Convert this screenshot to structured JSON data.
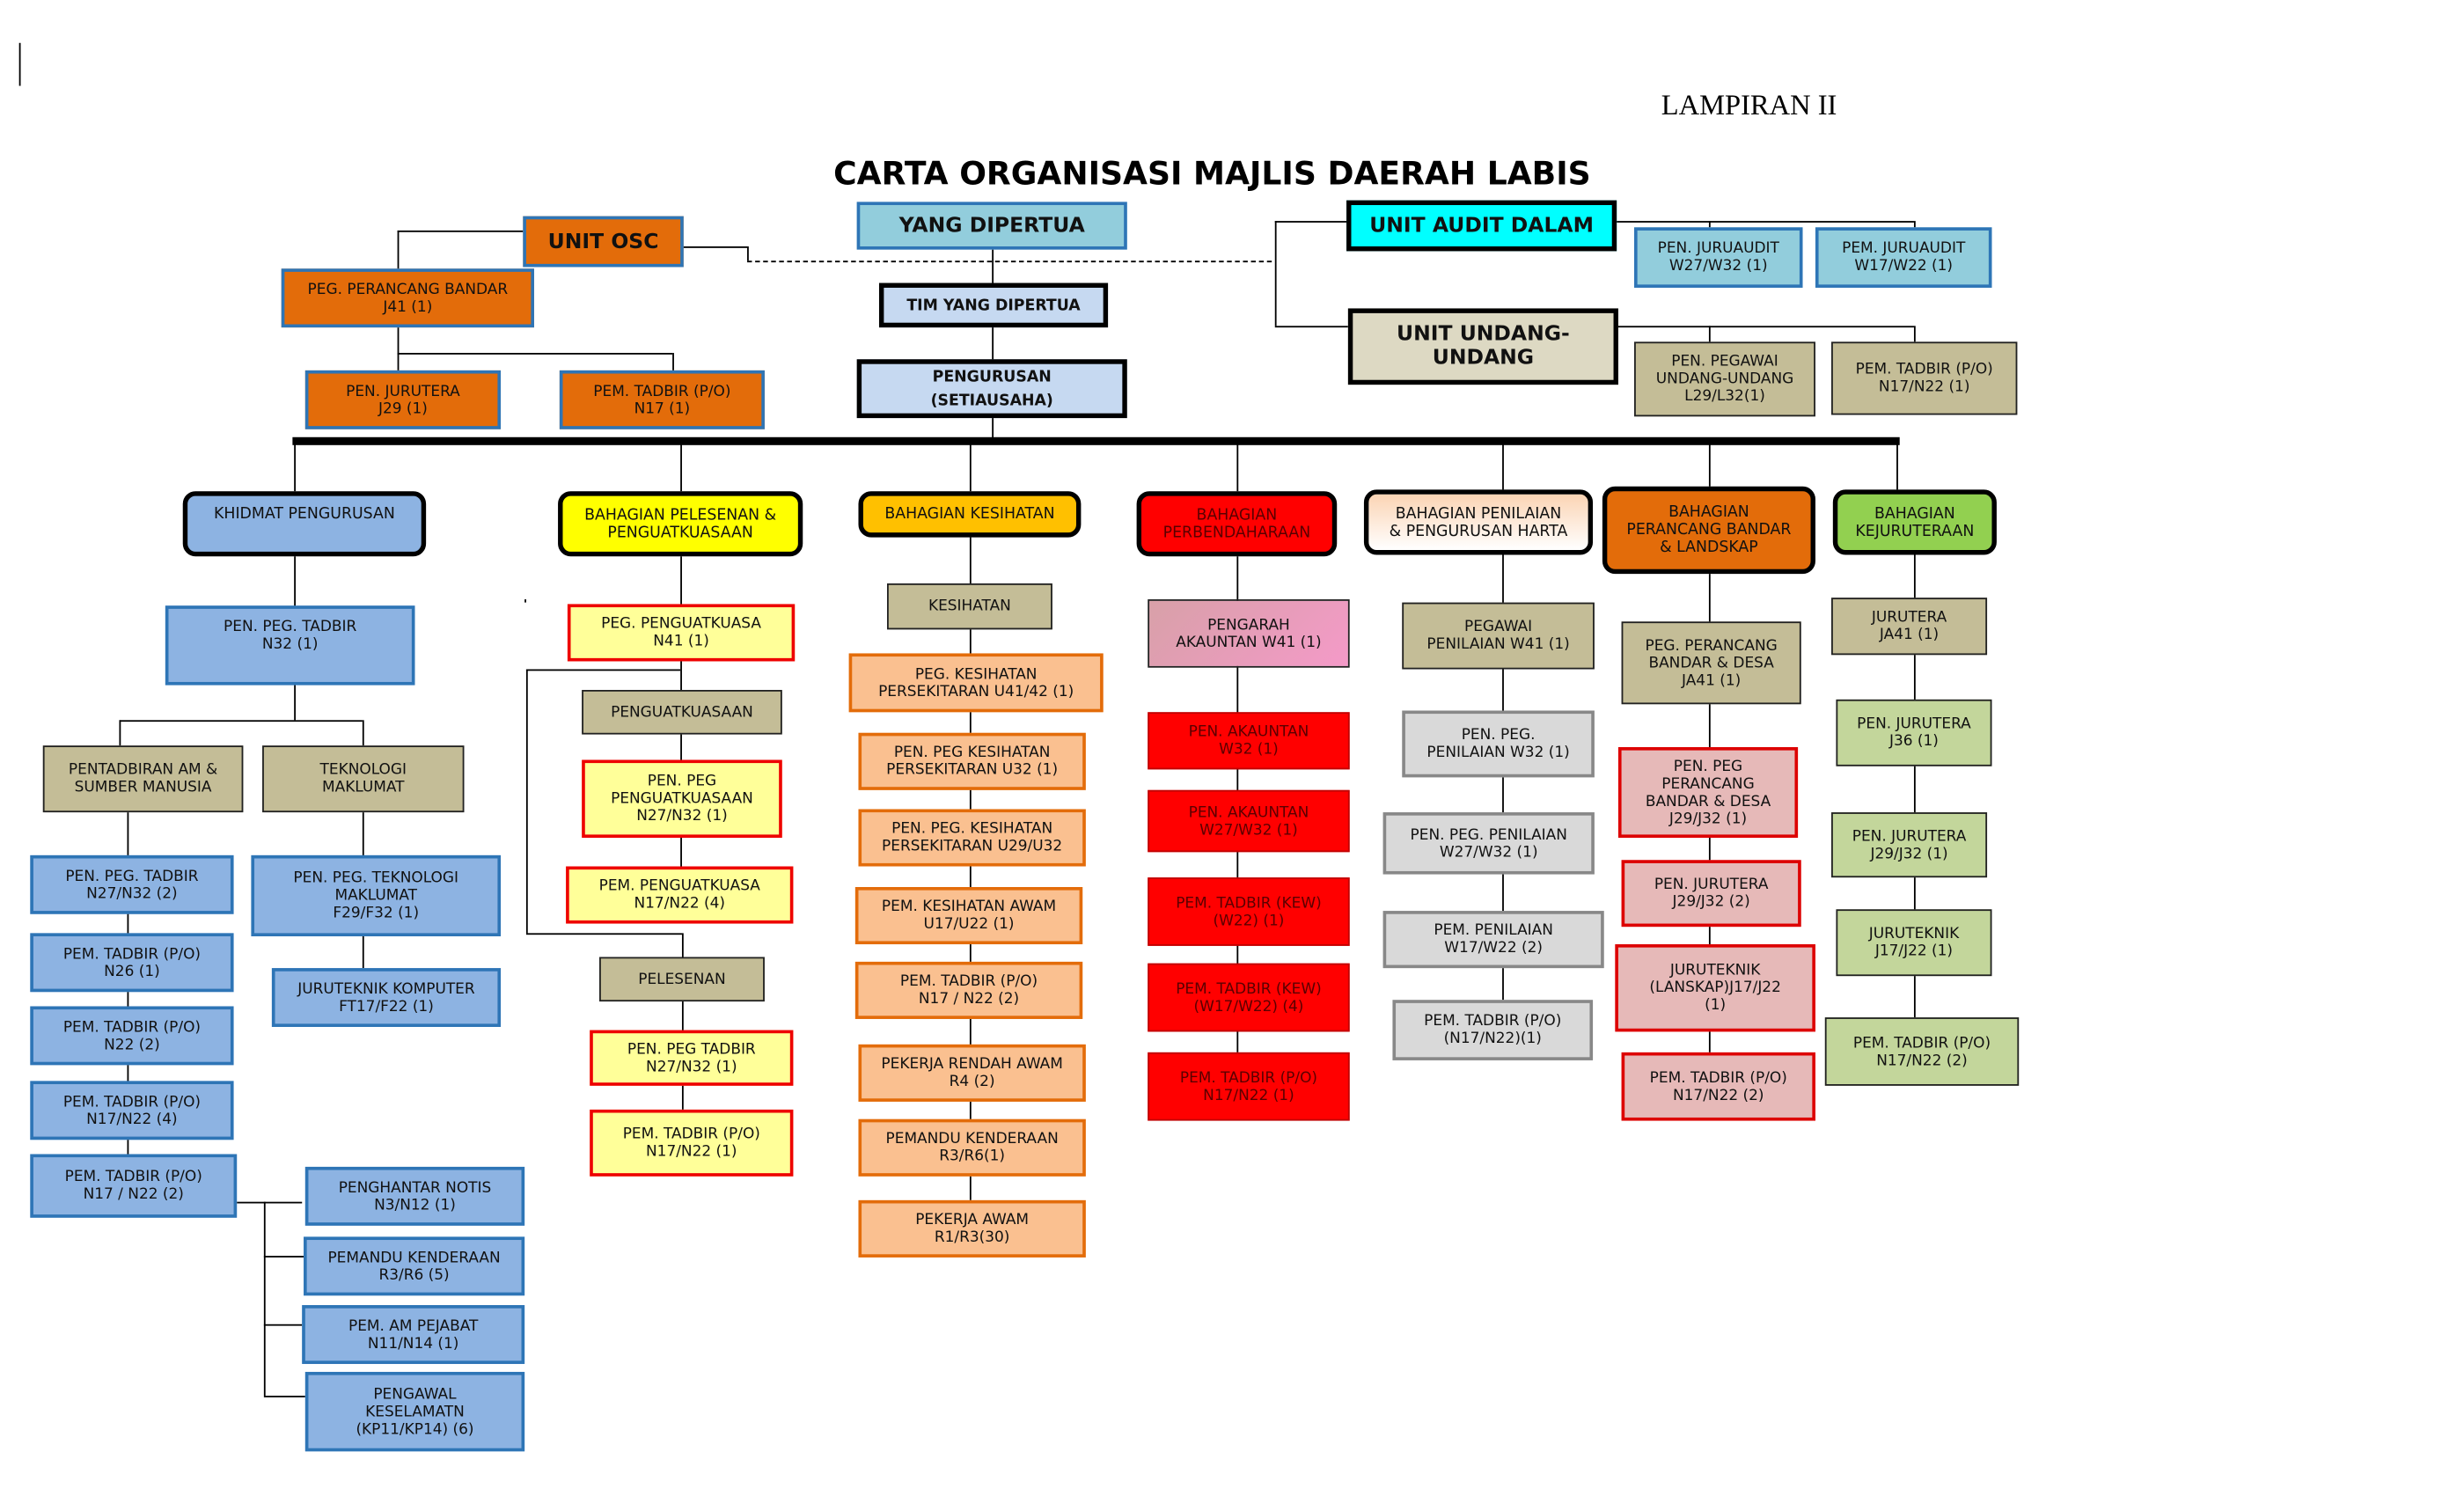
{
  "header": {
    "lampiran": "LAMPIRAN II",
    "title": "CARTA ORGANISASI MAJLIS DAERAH LABIS"
  },
  "top": {
    "yang_dipertua": "YANG DIPERTUA",
    "tim_yang_dipertua": "TIM YANG DIPERTUA",
    "pengurusan": "PENGURUSAN\n(SETIAUSAHA)",
    "unit_osc": "UNIT OSC",
    "osc_staff": [
      "PEG. PERANCANG BANDAR\nJ41 (1)",
      "PEN. JURUTERA\nJ29 (1)",
      "PEM. TADBIR (P/O)\nN17 (1)"
    ],
    "unit_audit": "UNIT AUDIT DALAM",
    "audit_staff": [
      "PEN. JURUAUDIT\nW27/W32 (1)",
      "PEM. JURUAUDIT\nW17/W22 (1)"
    ],
    "unit_undang": "UNIT UNDANG-\nUNDANG",
    "undang_staff": [
      "PEN. PEGAWAI\nUNDANG-UNDANG\nL29/L32(1)",
      "PEM. TADBIR (P/O)\nN17/N22 (1)"
    ]
  },
  "departments": [
    {
      "title": "KHIDMAT PENGURUSAN",
      "units": [
        "PEN. PEG. TADBIR\nN32 (1)",
        "PENTADBIRAN AM &\nSUMBER MANUSIA",
        "TEKNOLOGI\nMAKLUMAT",
        "PEN. PEG. TADBIR\nN27/N32 (2)",
        "PEM. TADBIR (P/O)\nN26 (1)",
        "PEM. TADBIR (P/O)\nN22 (2)",
        "PEM. TADBIR (P/O)\nN17/N22 (4)",
        "PEM. TADBIR (P/O)\nN17 / N22 (2)",
        "PEN. PEG. TEKNOLOGI\nMAKLUMAT\nF29/F32 (1)",
        "JURUTEKNIK KOMPUTER\nFT17/F22 (1)",
        "PENGHANTAR NOTIS\nN3/N12 (1)",
        "PEMANDU KENDERAAN\nR3/R6 (5)",
        "PEM. AM PEJABAT\nN11/N14 (1)",
        "PENGAWAL\nKESELAMATN\n(KP11/KP14) (6)"
      ]
    },
    {
      "title": "BAHAGIAN PELESENAN &\nPENGUATKUASAAN",
      "units": [
        "PEG. PENGUATKUASA\nN41 (1)",
        "PENGUATKUASAAN",
        "PEN. PEG\nPENGUATKUASAAN\nN27/N32 (1)",
        "PEM. PENGUATKUASA\nN17/N22 (4)",
        "PELESENAN",
        "PEN. PEG TADBIR\nN27/N32 (1)",
        "PEM. TADBIR (P/O)\nN17/N22 (1)"
      ]
    },
    {
      "title": "BAHAGIAN KESIHATAN",
      "units": [
        "KESIHATAN",
        "PEG. KESIHATAN\nPERSEKITARAN U41/42 (1)",
        "PEN. PEG KESIHATAN\nPERSEKITARAN U32 (1)",
        "PEN. PEG. KESIHATAN\nPERSEKITARAN U29/U32",
        "PEM. KESIHATAN AWAM\nU17/U22 (1)",
        "PEM. TADBIR (P/O)\nN17 / N22 (2)",
        "PEKERJA RENDAH AWAM\nR4 (2)",
        "PEMANDU KENDERAAN\nR3/R6(1)",
        "PEKERJA AWAM\nR1/R3(30)"
      ]
    },
    {
      "title": "BAHAGIAN\nPERBENDAHARAAN",
      "units": [
        "PENGARAH\nAKAUNTAN W41 (1)",
        "PEN. AKAUNTAN\nW32 (1)",
        "PEN. AKAUNTAN\nW27/W32 (1)",
        "PEM. TADBIR (KEW)\n(W22) (1)",
        "PEM. TADBIR (KEW)\n(W17/W22) (4)",
        "PEM. TADBIR (P/O)\nN17/N22 (1)"
      ]
    },
    {
      "title": "BAHAGIAN PENILAIAN\n& PENGURUSAN HARTA",
      "units": [
        "PEGAWAI\nPENILAIAN W41 (1)",
        "PEN. PEG.\nPENILAIAN W32 (1)",
        "PEN. PEG. PENILAIAN\nW27/W32 (1)",
        "PEM. PENILAIAN\nW17/W22 (2)",
        "PEM. TADBIR (P/O)\n(N17/N22)(1)"
      ]
    },
    {
      "title": "BAHAGIAN\nPERANCANG BANDAR\n& LANDSKAP",
      "units": [
        "PEG. PERANCANG\nBANDAR & DESA\nJA41 (1)",
        "PEN. PEG\nPERANCANG\nBANDAR & DESA\nJ29/J32 (1)",
        "PEN. JURUTERA\nJ29/J32 (2)",
        "JURUTEKNIK\n(LANSKAP)J17/J22\n(1)",
        "PEM. TADBIR (P/O)\nN17/N22 (2)"
      ]
    },
    {
      "title": "BAHAGIAN\nKEJURUTERAAN",
      "units": [
        "JURUTERA\nJA41 (1)",
        "PEN. JURUTERA\nJ36 (1)",
        "PEN. JURUTERA\nJ29/J32 (1)",
        "JURUTEKNIK\nJ17/J22 (1)",
        "PEM. TADBIR (P/O)\nN17/N22 (2)"
      ]
    }
  ],
  "colors": {
    "osc": "#E36C0A",
    "yang_dipertua": "#92CDDC",
    "audit": "#00FFFF",
    "pelesenan": "#FFFF00",
    "kesihatan": "#FFC000",
    "perbendaharaan": "#FF0000",
    "kejuruteraan": "#92D050"
  }
}
